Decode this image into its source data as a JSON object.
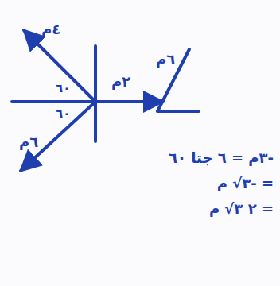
{
  "diagram": {
    "labels": [
      "٤م",
      "٢م",
      "٦م",
      "٦٠",
      "٦٠",
      "٦م",
      "-٣م = ٦ جتا ٦٠",
      "= -٣√ م",
      "= ٢ ٣√ م"
    ]
  }
}
